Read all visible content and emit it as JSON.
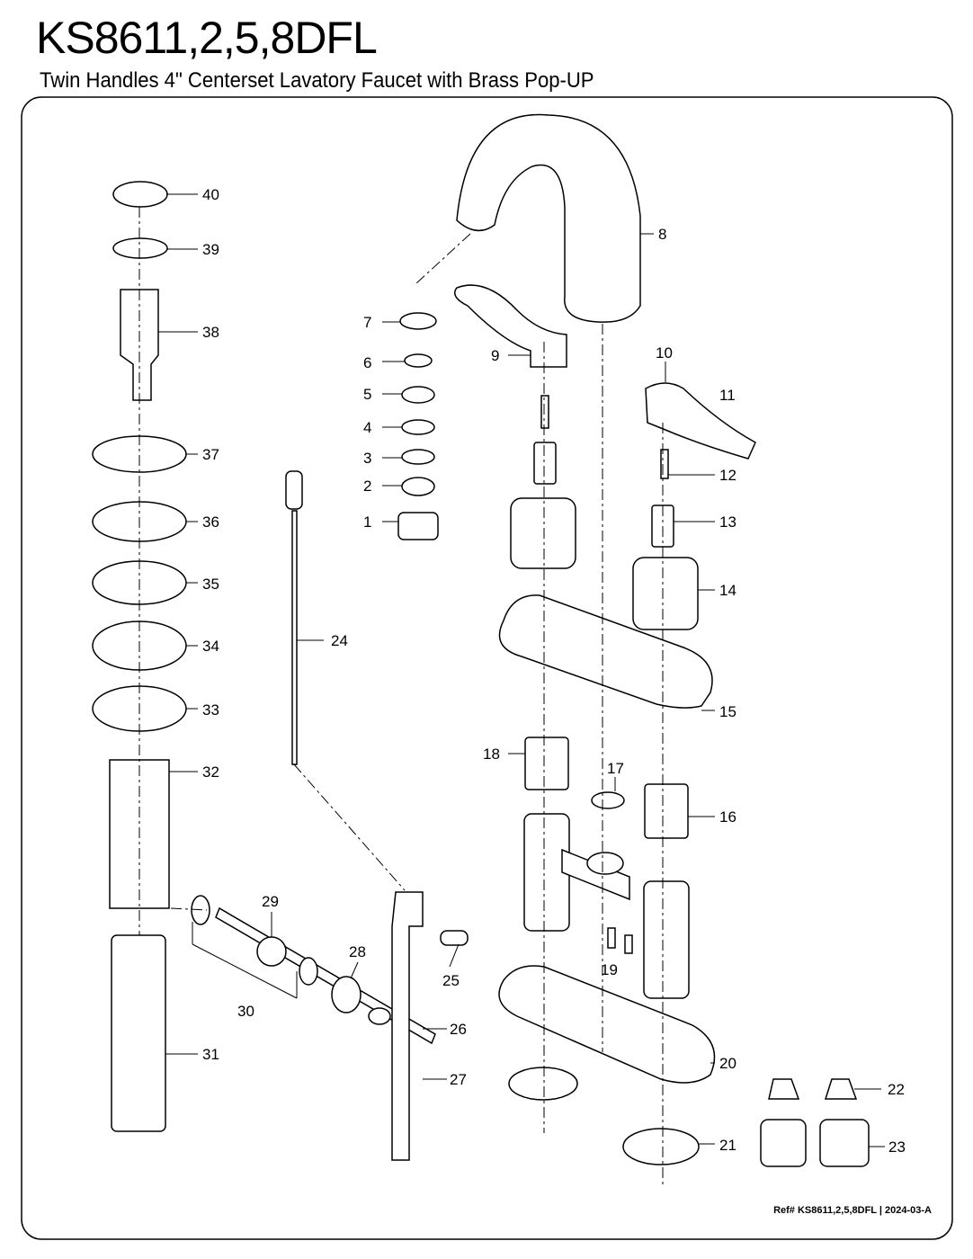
{
  "header": {
    "model": "KS8611,2,5,8DFL",
    "subtitle": "Twin Handles 4\" Centerset Lavatory Faucet with Brass Pop-UP"
  },
  "footer": {
    "ref": "Ref# KS8611,2,5,8DFL | 2024-03-A"
  },
  "callouts": [
    "1",
    "2",
    "3",
    "4",
    "5",
    "6",
    "7",
    "8",
    "9",
    "10",
    "11",
    "12",
    "13",
    "14",
    "15",
    "16",
    "17",
    "18",
    "19",
    "20",
    "21",
    "22",
    "23",
    "24",
    "25",
    "26",
    "27",
    "28",
    "29",
    "30",
    "31",
    "32",
    "33",
    "34",
    "35",
    "36",
    "37",
    "38",
    "39",
    "40"
  ]
}
